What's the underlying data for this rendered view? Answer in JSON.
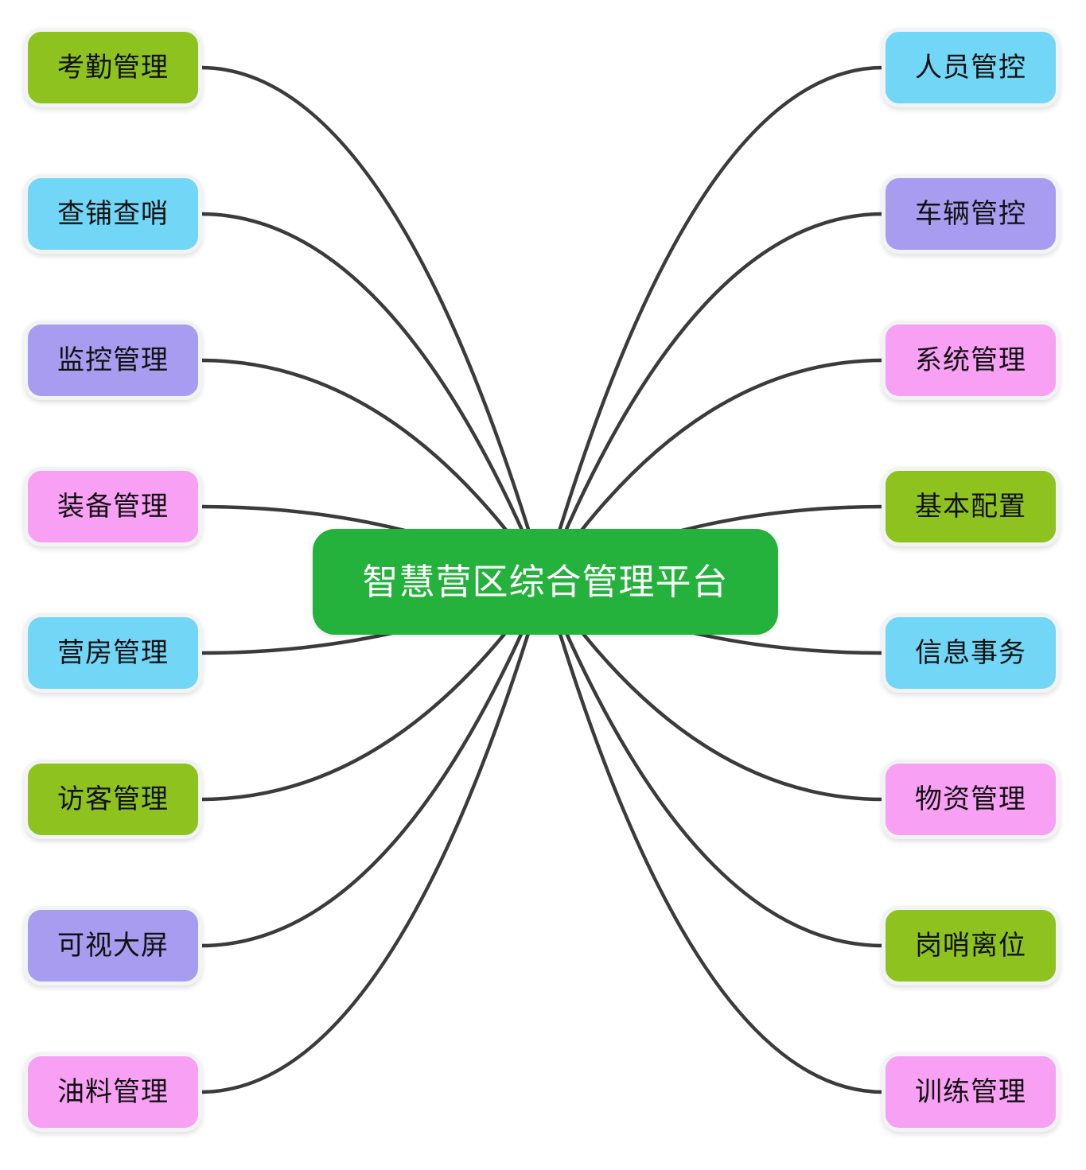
{
  "diagram": {
    "center": {
      "label": "智慧营区综合管理平台",
      "color": "#24b13c",
      "text_color": "#ffffff"
    },
    "left_nodes": [
      {
        "label": "考勤管理",
        "color": "#8ec31f"
      },
      {
        "label": "查铺查哨",
        "color": "#72d6f7"
      },
      {
        "label": "监控管理",
        "color": "#a89cf0"
      },
      {
        "label": "装备管理",
        "color": "#f8a0f4"
      },
      {
        "label": "营房管理",
        "color": "#72d6f7"
      },
      {
        "label": "访客管理",
        "color": "#8ec31f"
      },
      {
        "label": "可视大屏",
        "color": "#a89cf0"
      },
      {
        "label": "油料管理",
        "color": "#f8a0f4"
      }
    ],
    "right_nodes": [
      {
        "label": "人员管控",
        "color": "#72d6f7"
      },
      {
        "label": "车辆管控",
        "color": "#a89cf0"
      },
      {
        "label": "系统管理",
        "color": "#f8a0f4"
      },
      {
        "label": "基本配置",
        "color": "#8ec31f"
      },
      {
        "label": "信息事务",
        "color": "#72d6f7"
      },
      {
        "label": "物资管理",
        "color": "#f8a0f4"
      },
      {
        "label": "岗哨离位",
        "color": "#8ec31f"
      },
      {
        "label": "训练管理",
        "color": "#f8a0f4"
      }
    ],
    "edge_color": "#3b3b3b"
  }
}
